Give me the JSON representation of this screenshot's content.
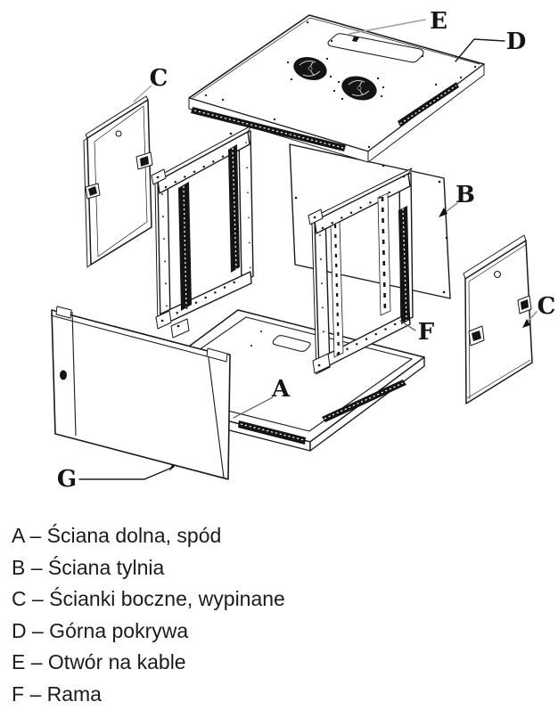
{
  "diagram": {
    "title": "exploded-view of wall-mount rack cabinet",
    "part_labels": {
      "side_panel_left": "C",
      "cable_opening": "E",
      "top_cover": "D",
      "back_panel": "B",
      "side_panel_right": "C",
      "frame": "F",
      "bottom_panel": "A",
      "front_door": "G"
    }
  },
  "legend": {
    "items": [
      "A – Ściana dolna, spód",
      "B – Ściana tylnia",
      "C – Ścianki boczne, wypinane",
      "D – Górna pokrywa",
      "E – Otwór na kable",
      "F – Rama"
    ]
  },
  "colors": {
    "line": "#1a1a1a",
    "leader_gray": "#9e9e9e",
    "vent_dark": "#141414",
    "background": "#ffffff"
  }
}
